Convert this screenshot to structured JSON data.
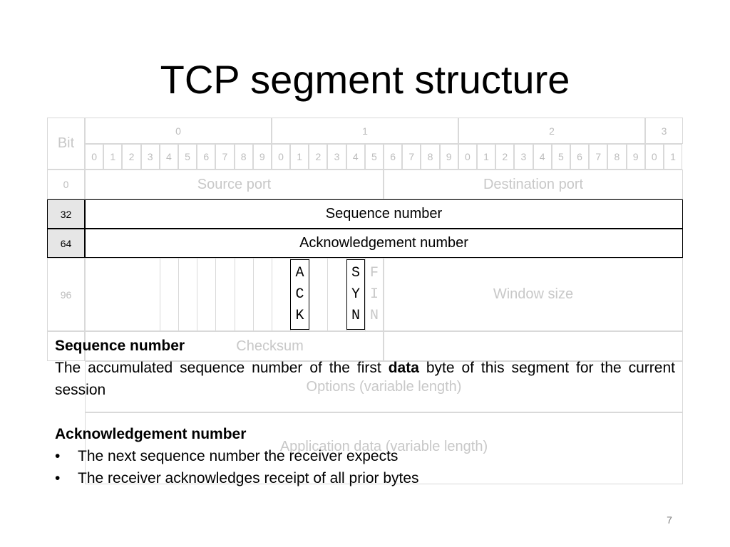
{
  "slide": {
    "title": "TCP segment structure",
    "page_number": "7"
  },
  "header": {
    "bit_label": "Bit",
    "octets": [
      "0",
      "1",
      "2",
      "3"
    ],
    "bit_digits": [
      "0",
      "1",
      "2",
      "3",
      "4",
      "5",
      "6",
      "7",
      "8",
      "9",
      "0",
      "1",
      "2",
      "3",
      "4",
      "5",
      "6",
      "7",
      "8",
      "9",
      "0",
      "1",
      "2",
      "3",
      "4",
      "5",
      "6",
      "7",
      "8",
      "9",
      "0",
      "1"
    ]
  },
  "rows": {
    "row0": {
      "offset": "0",
      "source_port": "Source port",
      "destination_port": "Destination port"
    },
    "row32": {
      "offset": "32",
      "field": "Sequence number"
    },
    "row64": {
      "offset": "64",
      "field": "Acknowledgement number"
    },
    "row96": {
      "offset": "96",
      "window_size": "Window size",
      "flags": {
        "ack": [
          "A",
          "C",
          "K"
        ],
        "syn": [
          "S",
          "Y",
          "N"
        ],
        "fin": [
          "F",
          "I",
          "N"
        ]
      }
    },
    "row128": {
      "checksum": "Checksum"
    },
    "options": "Options (variable length)",
    "app_data": "Application data (variable length)"
  },
  "notes": {
    "seq": {
      "heading": "Sequence number",
      "text_before": "The accumulated sequence number of the first ",
      "text_bold": "data",
      "text_after": " byte of this segment for the current session"
    },
    "ack": {
      "heading": "Acknowledgement number",
      "bullets": [
        "The next sequence number the receiver expects",
        "The receiver acknowledges receipt of all prior bytes"
      ]
    }
  }
}
